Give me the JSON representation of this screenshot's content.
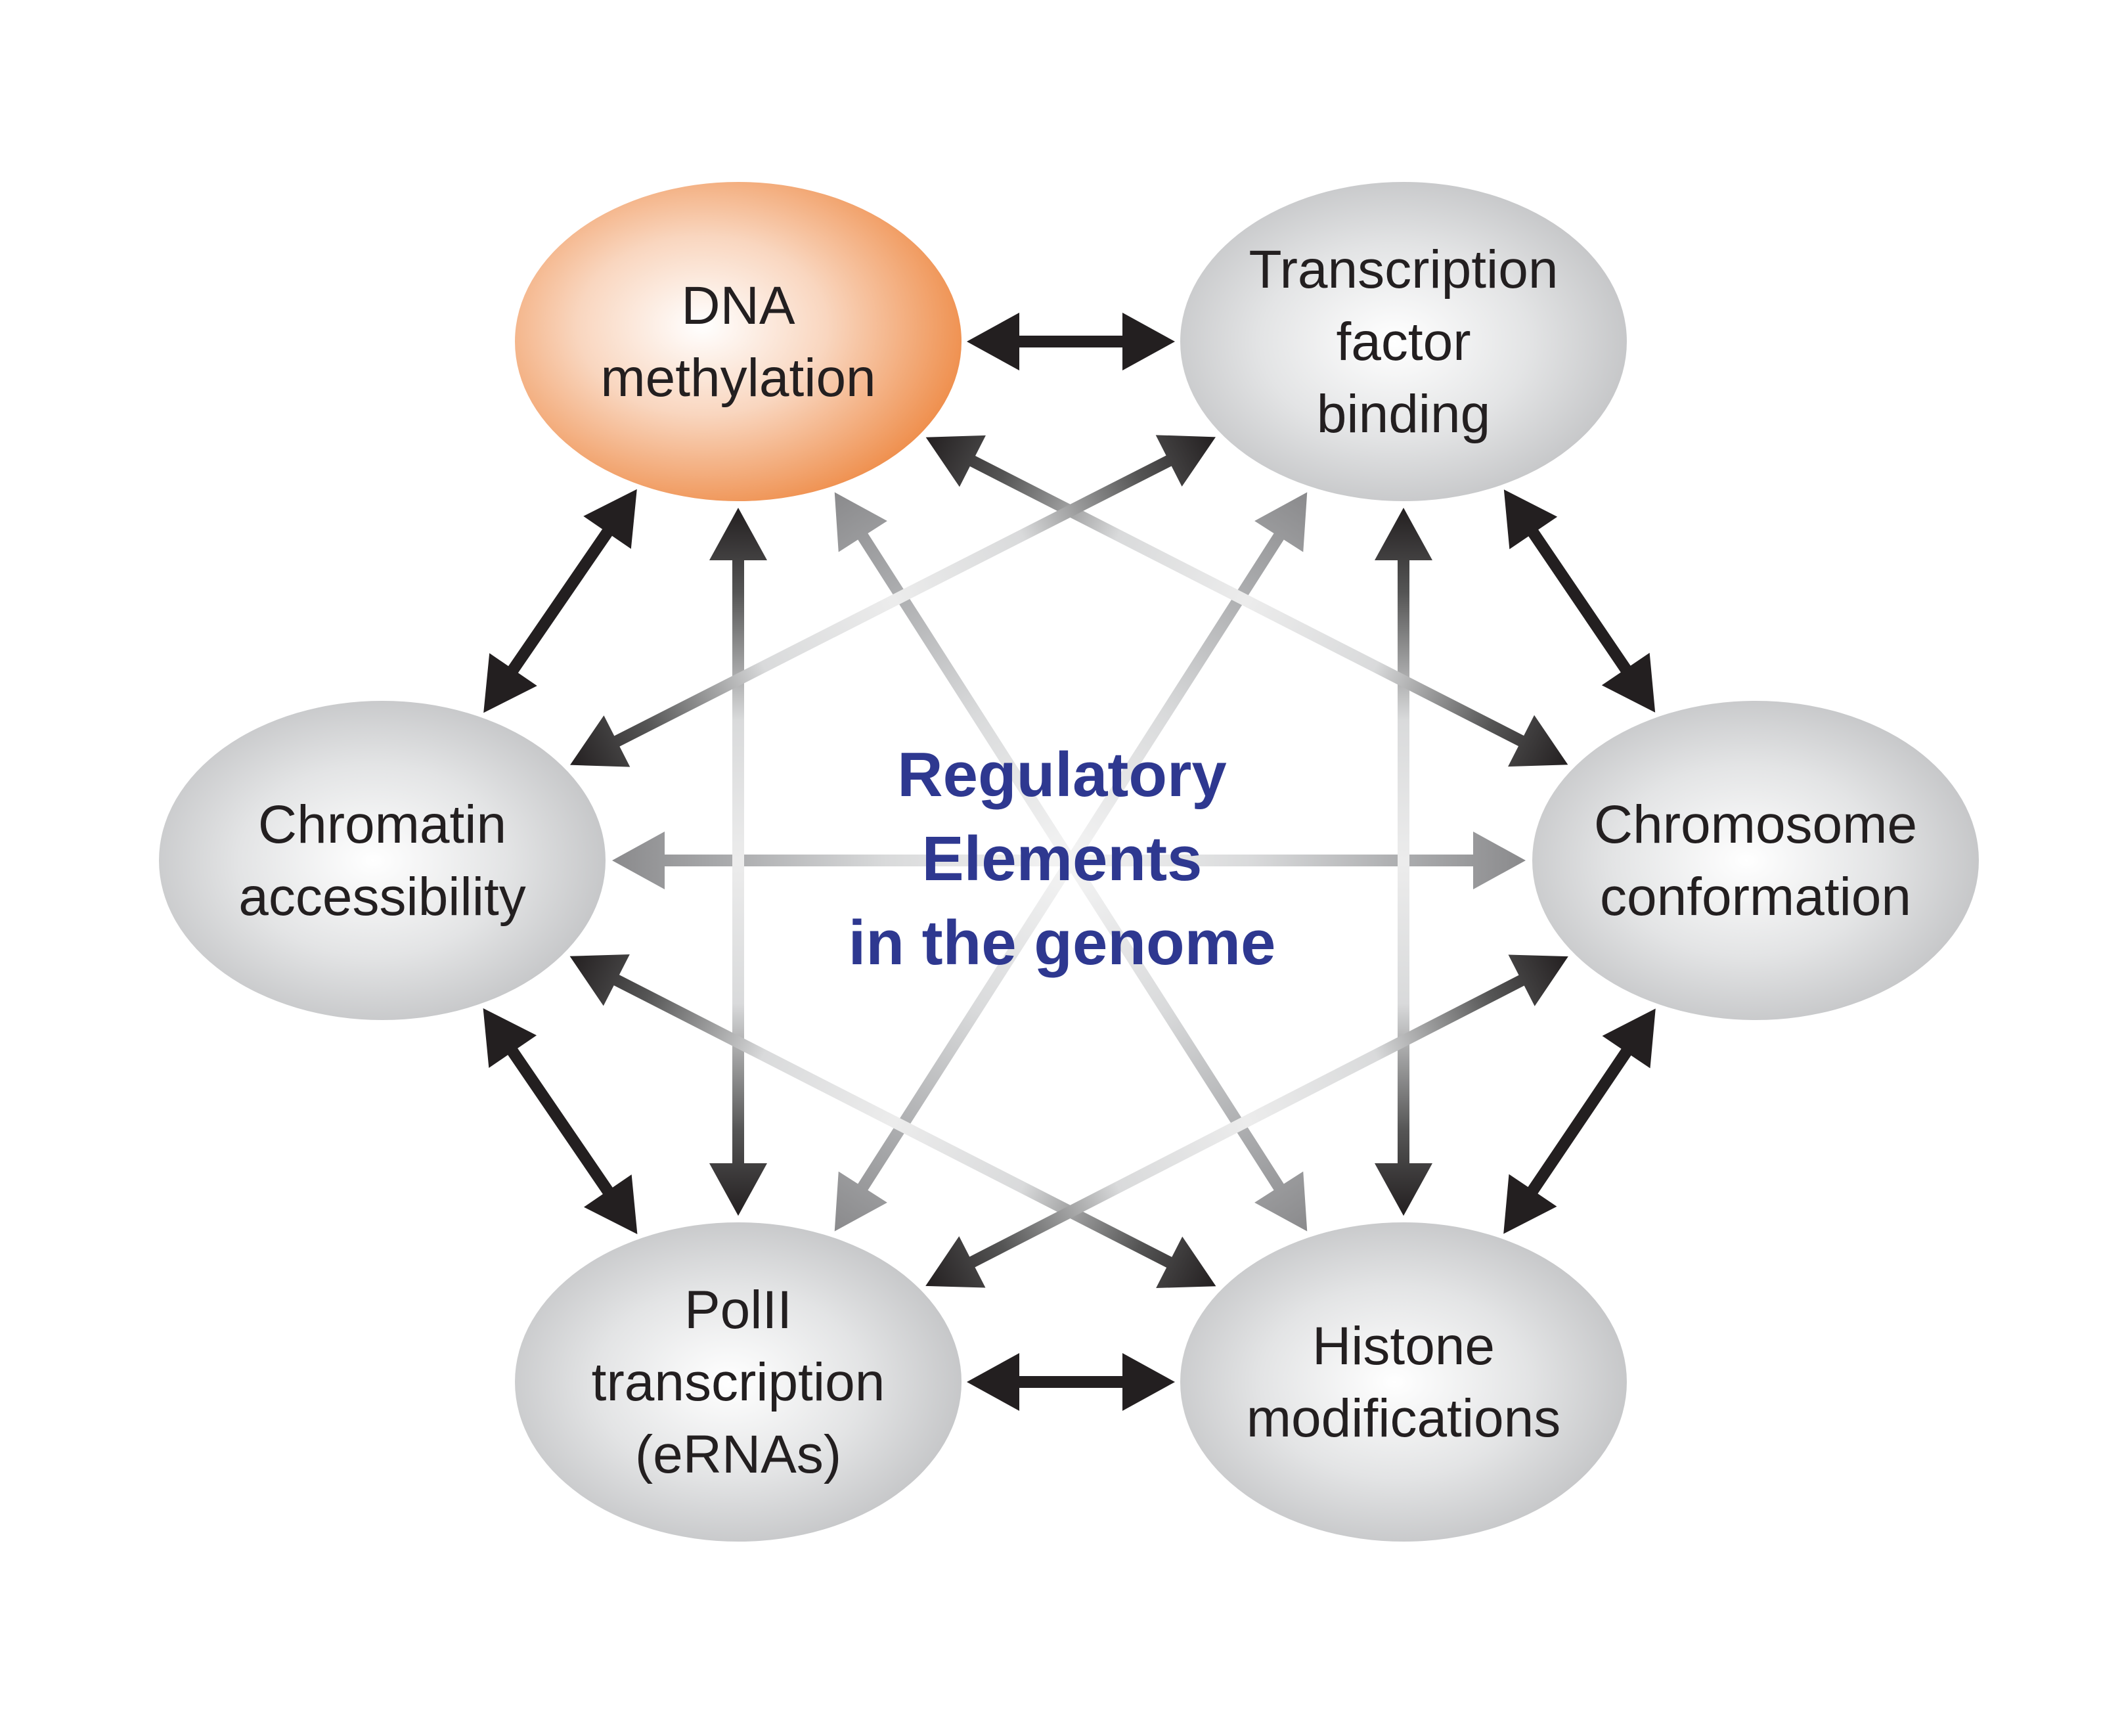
{
  "title": {
    "lines": [
      "Regulatory",
      "Elements",
      "in the genome"
    ],
    "color": "#2e3890"
  },
  "nodes": [
    {
      "id": "dna",
      "lines": [
        "DNA",
        "methylation"
      ],
      "style": "orange"
    },
    {
      "id": "tf",
      "lines": [
        "Transcription",
        "factor",
        "binding"
      ],
      "style": "gray"
    },
    {
      "id": "chromatin",
      "lines": [
        "Chromatin",
        "accessibility"
      ],
      "style": "gray"
    },
    {
      "id": "chromosome",
      "lines": [
        "Chromosome",
        "conformation"
      ],
      "style": "gray"
    },
    {
      "id": "polii",
      "lines": [
        "PolII",
        "transcription",
        "(eRNAs)"
      ],
      "style": "gray"
    },
    {
      "id": "histone",
      "lines": [
        "Histone",
        "modifications"
      ],
      "style": "gray"
    }
  ],
  "edges": [
    {
      "from": "dna",
      "to": "tf",
      "kind": "direct"
    },
    {
      "from": "tf",
      "to": "chromosome",
      "kind": "direct"
    },
    {
      "from": "chromosome",
      "to": "histone",
      "kind": "direct"
    },
    {
      "from": "histone",
      "to": "polii",
      "kind": "direct"
    },
    {
      "from": "polii",
      "to": "chromatin",
      "kind": "direct"
    },
    {
      "from": "chromatin",
      "to": "dna",
      "kind": "direct"
    },
    {
      "from": "dna",
      "to": "polii",
      "kind": "cross"
    },
    {
      "from": "tf",
      "to": "histone",
      "kind": "cross"
    },
    {
      "from": "dna",
      "to": "chromosome",
      "kind": "cross"
    },
    {
      "from": "tf",
      "to": "chromatin",
      "kind": "cross"
    },
    {
      "from": "chromatin",
      "to": "chromosome",
      "kind": "faded"
    },
    {
      "from": "chromatin",
      "to": "histone",
      "kind": "cross"
    },
    {
      "from": "polii",
      "to": "chromosome",
      "kind": "cross"
    },
    {
      "from": "dna",
      "to": "histone",
      "kind": "faded"
    },
    {
      "from": "tf",
      "to": "polii",
      "kind": "faded"
    }
  ],
  "colors": {
    "orange": "#ee8a45",
    "gray": "#bcbdbf",
    "arrow": "#231f20",
    "text": "#231f20"
  }
}
